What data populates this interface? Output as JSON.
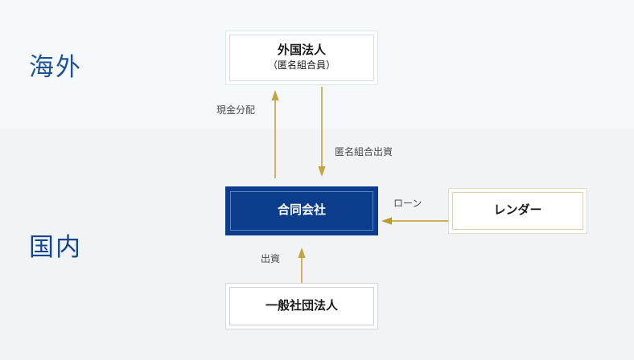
{
  "diagram": {
    "regions": [
      {
        "id": "overseas",
        "label": "海外"
      },
      {
        "id": "domestic",
        "label": "国内"
      }
    ],
    "nodes": {
      "foreign_corp": {
        "title": "外国法人",
        "subtitle": "（匿名組合員）",
        "fill": "#ffffff",
        "border": "#dbe6ea",
        "text_color": "#1a1a1a"
      },
      "llc": {
        "title": "合同会社",
        "fill": "#0c3d8c",
        "border": "#5b83be",
        "text_color": "#ffffff"
      },
      "lender": {
        "title": "レンダー",
        "fill": "#ffffff",
        "border": "#ded0ae",
        "text_color": "#1a1a1a"
      },
      "association": {
        "title": "一般社団法人",
        "fill": "#ffffff",
        "border": "#cfcfd1",
        "text_color": "#1a1a1a"
      }
    },
    "edges": [
      {
        "id": "cash-distribution",
        "label": "現金分配",
        "from": "llc",
        "to": "foreign_corp",
        "direction": "up",
        "color": "#c2a542"
      },
      {
        "id": "tk-investment",
        "label": "匿名組合出資",
        "from": "foreign_corp",
        "to": "llc",
        "direction": "down",
        "color": "#c2a542"
      },
      {
        "id": "loan",
        "label": "ローン",
        "from": "lender",
        "to": "llc",
        "direction": "left",
        "color": "#b99a2e"
      },
      {
        "id": "equity",
        "label": "出資",
        "from": "association",
        "to": "llc",
        "direction": "up",
        "color": "#c2a542"
      }
    ],
    "palette": {
      "band_overseas": "#f5f9fb",
      "band_domestic": "#f2f3f5",
      "accent_navy": "#0c3d8c",
      "accent_gold": "#c2a542",
      "region_label_color": "#1d5296"
    }
  }
}
